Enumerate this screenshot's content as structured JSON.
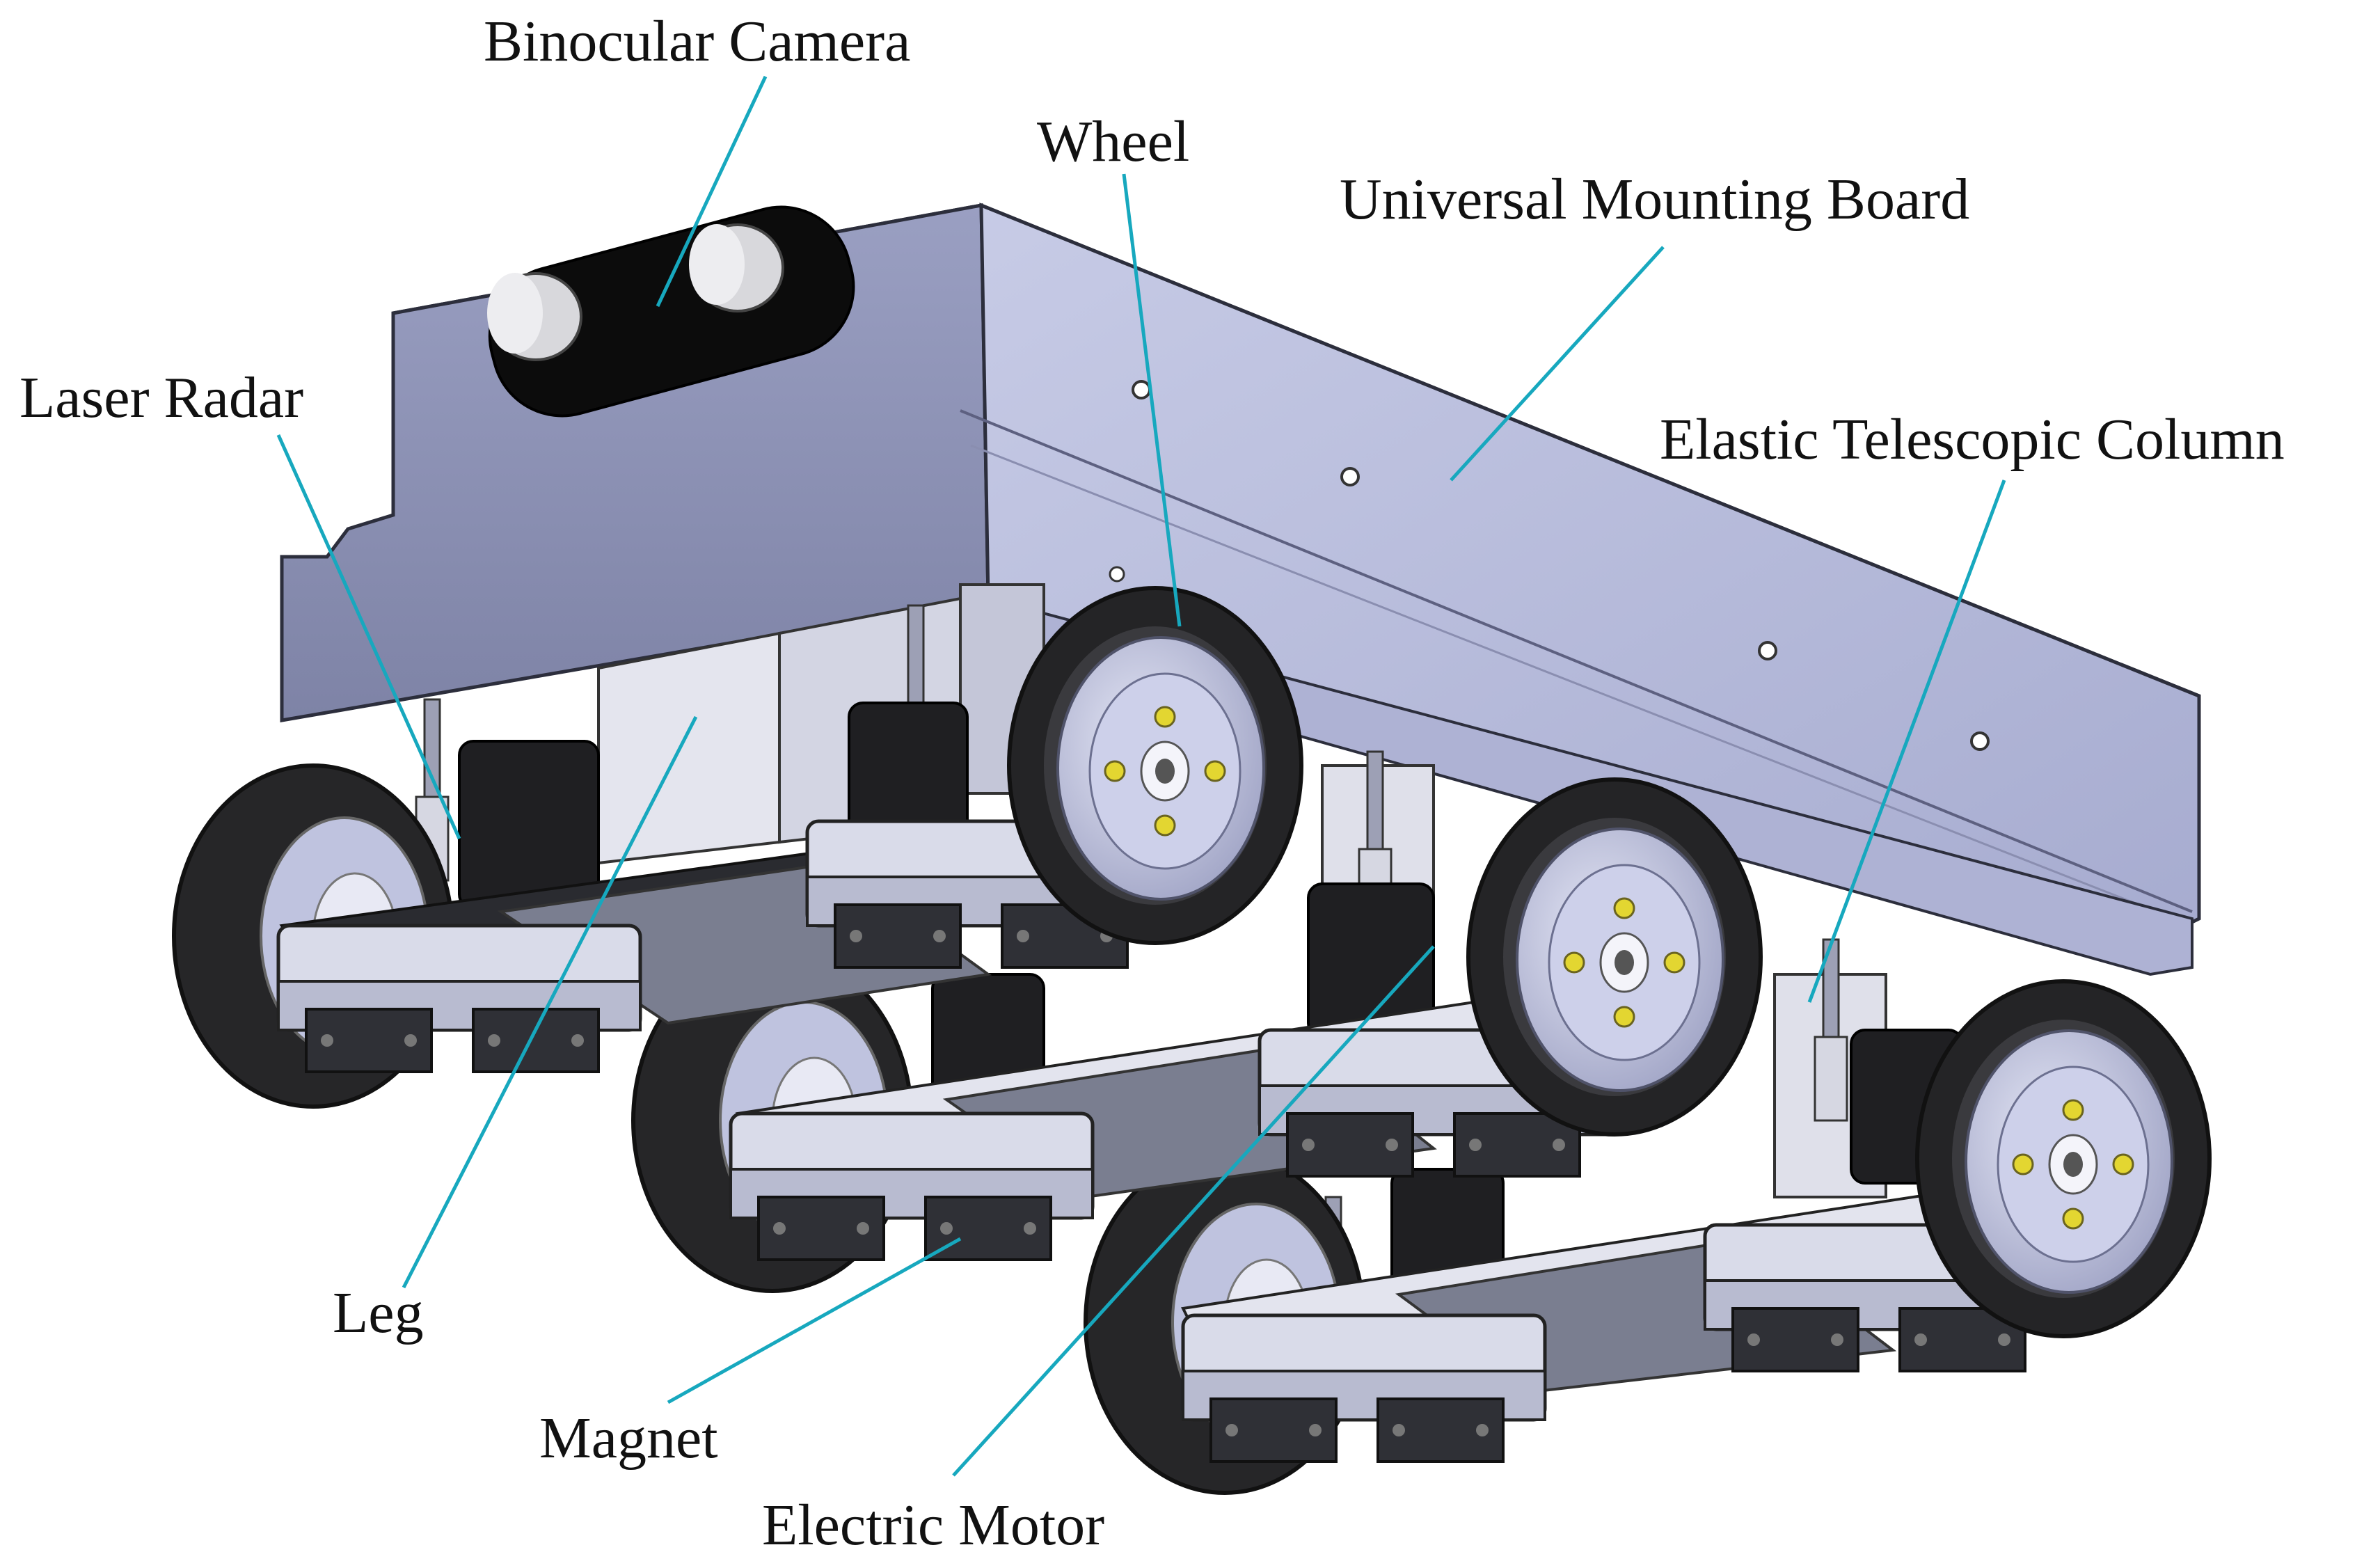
{
  "labels": {
    "binocular_camera": "Binocular Camera",
    "wheel": "Wheel",
    "universal_mounting_board": "Universal Mounting Board",
    "laser_radar": "Laser Radar",
    "elastic_telescopic_column": "Elastic Telescopic Column",
    "leg": "Leg",
    "magnet": "Magnet",
    "electric_motor": "Electric Motor"
  },
  "colors": {
    "leader_line": "#17a8be",
    "body_top": "#a6abce",
    "body_side": "#8f94b8",
    "body_front": "#bdc1e0",
    "tire": "#2a2a2c",
    "hub": "#c9cce6",
    "bolt": "#e3d631",
    "magnet_block": "#6f7384",
    "plate": "#e6e7ee"
  }
}
